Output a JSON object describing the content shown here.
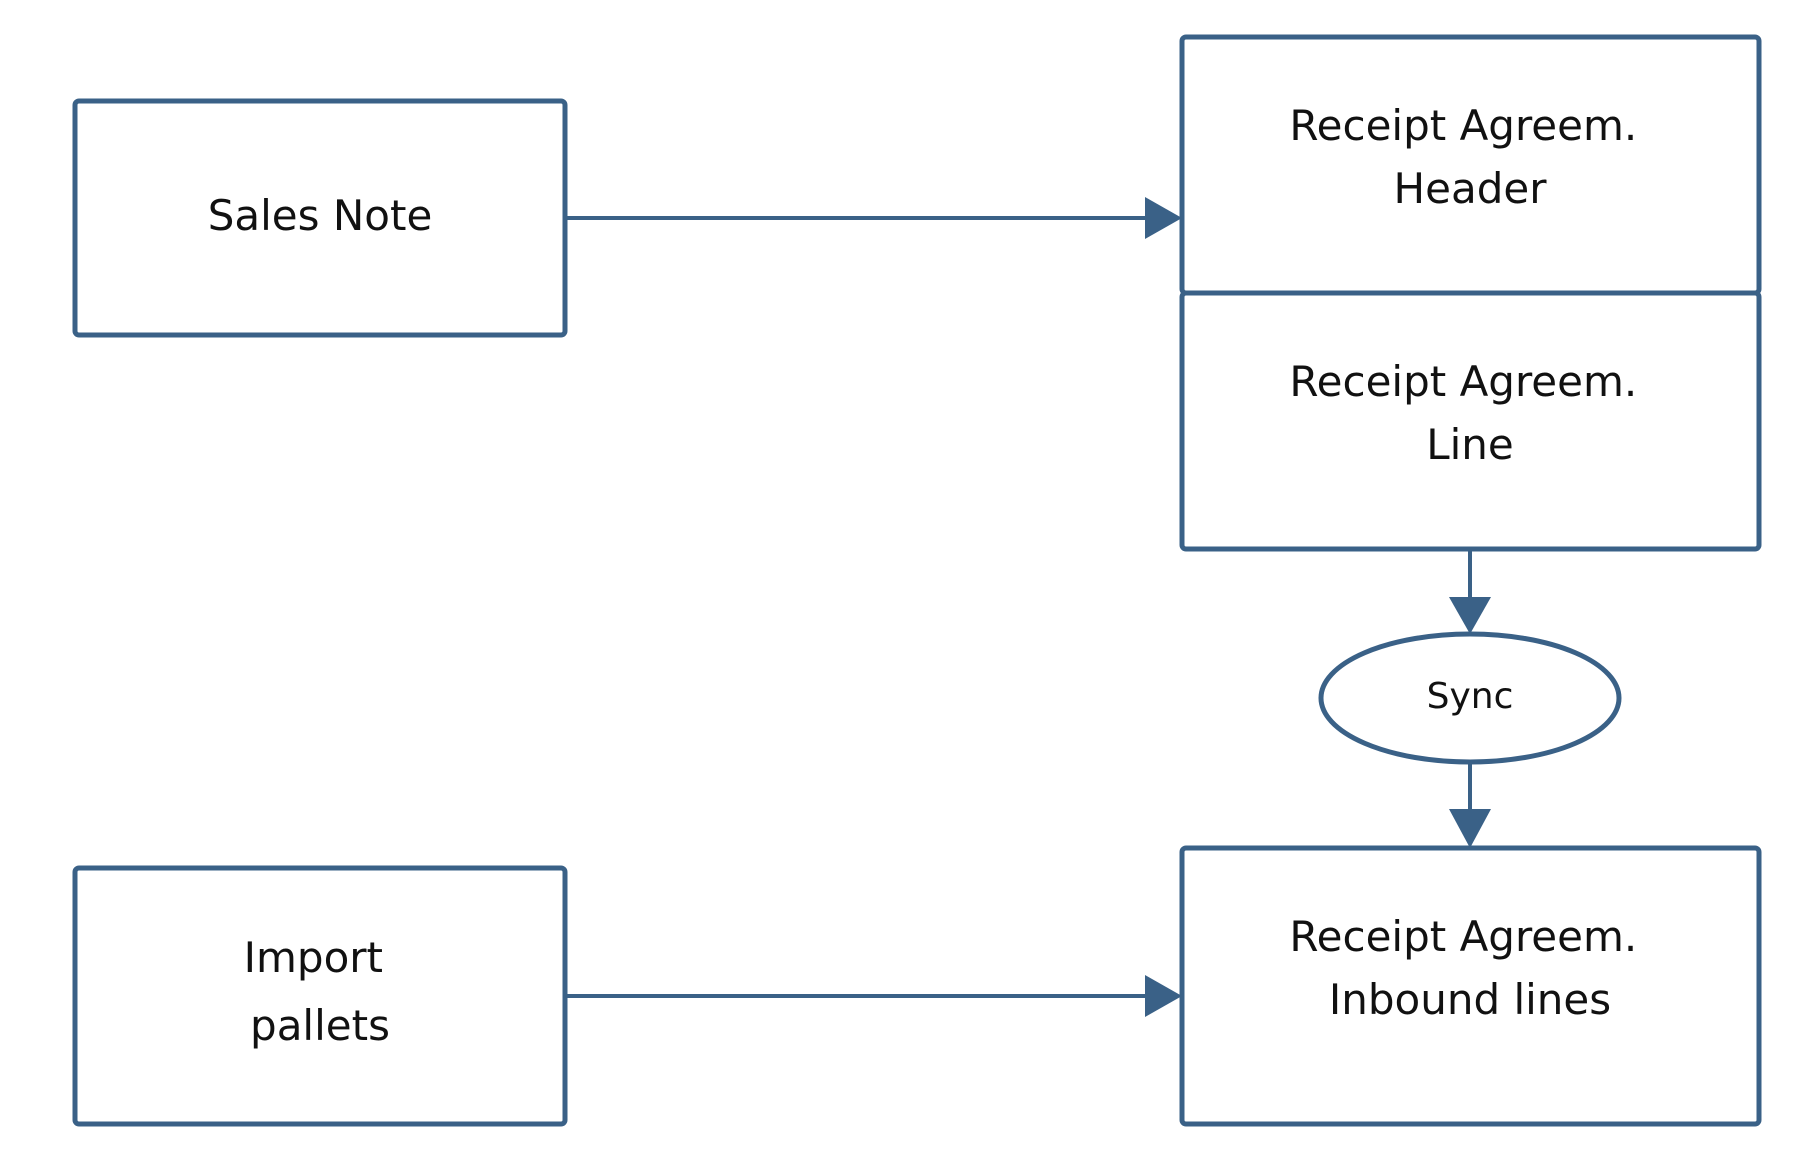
{
  "colors": {
    "stroke": "#3a6187",
    "text": "#111111",
    "background": "#ffffff"
  },
  "nodes": {
    "sales_note": {
      "lines": [
        "Sales Note"
      ]
    },
    "receipt_header": {
      "lines": [
        "Receipt Agreem.",
        "Header"
      ]
    },
    "receipt_line": {
      "lines": [
        "Receipt Agreem.",
        "Line"
      ]
    },
    "sync": {
      "lines": [
        "Sync"
      ]
    },
    "import_pallets": {
      "lines": [
        "Import",
        "pallets"
      ]
    },
    "receipt_inbound": {
      "lines": [
        "Receipt Agreem.",
        "Inbound lines"
      ]
    }
  },
  "edges": [
    {
      "from": "sales_note",
      "to": "receipt_header"
    },
    {
      "from": "receipt_line",
      "to": "sync"
    },
    {
      "from": "sync",
      "to": "receipt_inbound"
    },
    {
      "from": "import_pallets",
      "to": "receipt_inbound"
    }
  ]
}
